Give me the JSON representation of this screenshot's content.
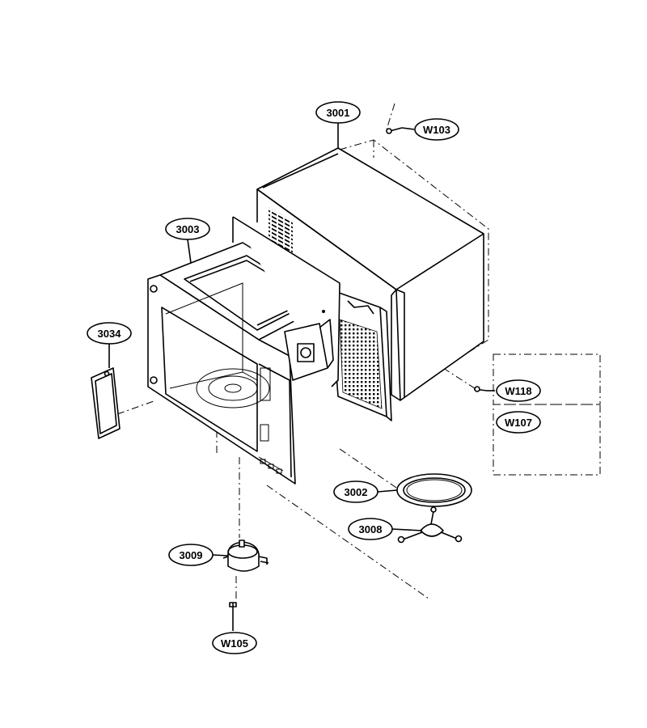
{
  "parts": {
    "p3001": "3001",
    "pW103": "W103",
    "p3003": "3003",
    "p3034": "3034",
    "pW118": "W118",
    "pW107": "W107",
    "p3002": "3002",
    "p3008": "3008",
    "p3009": "3009",
    "pW105": "W105"
  }
}
